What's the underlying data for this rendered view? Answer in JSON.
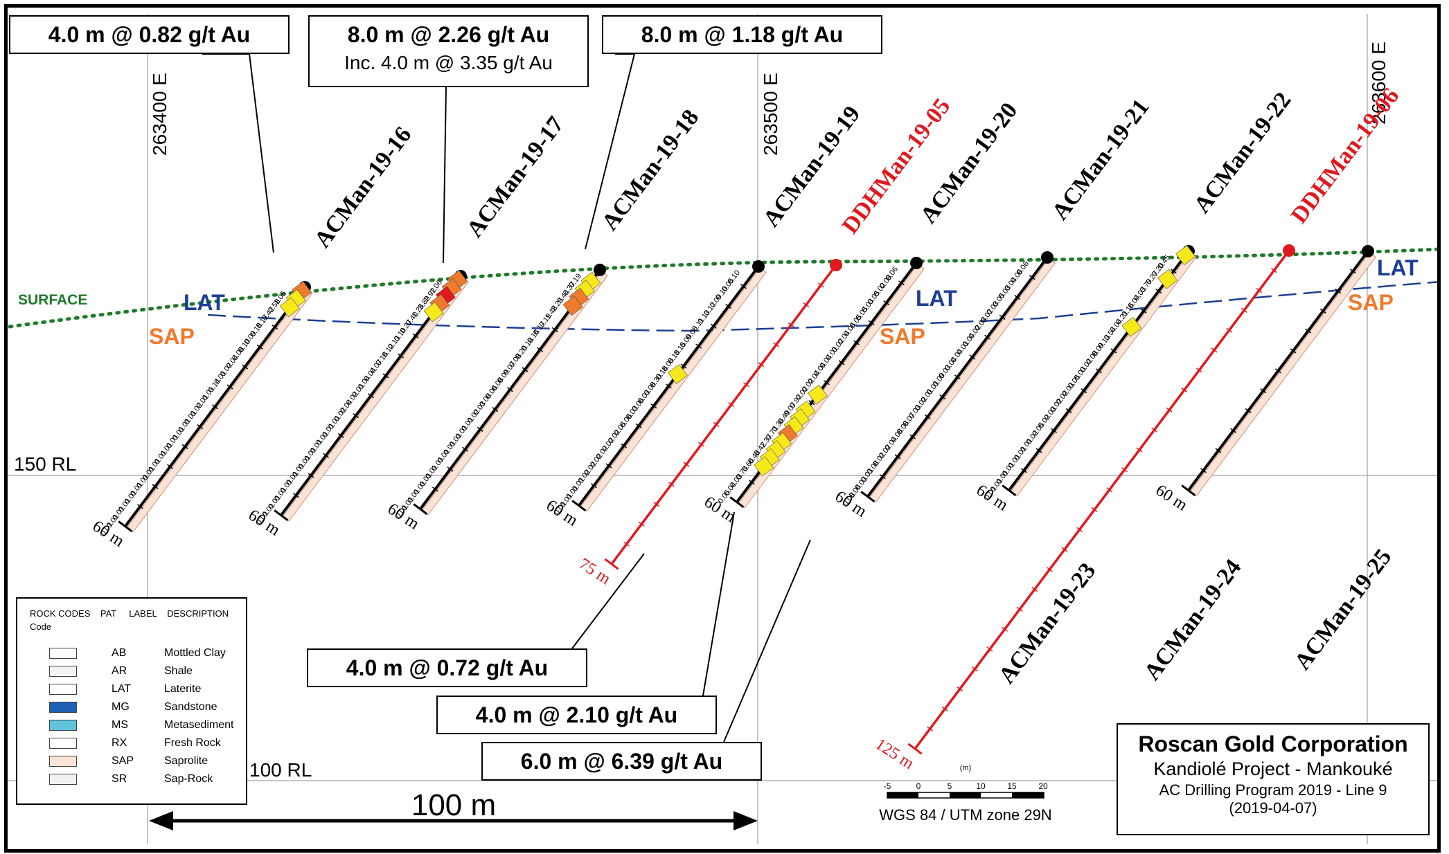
{
  "grid": {
    "eastings": [
      "263400 E",
      "263500 E",
      "263600 E"
    ],
    "elevations": [
      "150 RL",
      "100 RL"
    ]
  },
  "labels": {
    "surface": "SURFACE",
    "lat": "LAT",
    "sap": "SAP"
  },
  "scale_arrow": {
    "label": "100 m"
  },
  "scale_bar": {
    "unit": "(m)",
    "ticks": [
      "-5",
      "0",
      "5",
      "10",
      "15",
      "20"
    ],
    "datum": "WGS 84 / UTM zone 29N"
  },
  "title_block": {
    "company": "Roscan Gold Corporation",
    "project": "Kandiolé Project - Mankouké",
    "program": "AC Drilling Program 2019 - Line 9",
    "date": "(2019-04-07)"
  },
  "callouts": [
    {
      "text": "4.0 m @ 0.82 g/t Au"
    },
    {
      "text": "8.0 m @ 2.26 g/t Au",
      "sub": "Inc. 4.0 m @ 3.35 g/t Au"
    },
    {
      "text": "8.0 m @ 1.18 g/t Au"
    },
    {
      "text": "4.0 m @ 0.72 g/t Au"
    },
    {
      "text": "4.0 m @ 2.10 g/t Au"
    },
    {
      "text": "6.0 m @ 6.39 g/t Au"
    }
  ],
  "legend": {
    "header": [
      "ROCK CODES",
      "PAT",
      "LABEL",
      "DESCRIPTION"
    ],
    "header2": "Code",
    "rows": [
      {
        "code": "AB",
        "desc": "Mottled Clay",
        "color": "#ffffff"
      },
      {
        "code": "AR",
        "desc": "Shale",
        "color": "#f4f4f4"
      },
      {
        "code": "LAT",
        "desc": "Laterite",
        "color": "#ffffff"
      },
      {
        "code": "MG",
        "desc": "Sandstone",
        "color": "#1f5fb5"
      },
      {
        "code": "MS",
        "desc": "Metasediment",
        "color": "#5fc4dc"
      },
      {
        "code": "RX",
        "desc": "Fresh Rock",
        "color": "#ffffff"
      },
      {
        "code": "SAP",
        "desc": "Saprolite",
        "color": "#fbe3d6"
      },
      {
        "code": "SR",
        "desc": "Sap-Rock",
        "color": "#f2f2f2"
      }
    ]
  },
  "drillholes": [
    {
      "name": "ACMan-19-16",
      "depth": "60 m",
      "type": "AC",
      "assays": [
        "1.05",
        "0.58",
        "0.42",
        "0.17",
        "0.18",
        "0.09",
        "0.10",
        "0.08",
        "0.04",
        "0.02",
        "0.01",
        "0.14",
        "0.01",
        "0.01",
        "0.02",
        "0.01",
        "0.01",
        "0.01",
        "0.01",
        "0.01",
        "0.01",
        "0.01",
        "0.01",
        "0.01",
        "0.01",
        "0.01",
        "0.01",
        "0.01",
        "0.01",
        "0.01"
      ]
    },
    {
      "name": "ACMan-19-17",
      "depth": "60 m",
      "type": "AC",
      "assays": [
        "1.06",
        "2.92",
        "3.89",
        "1.26",
        "0.40",
        "0.27",
        "0.10",
        "0.13",
        "0.12",
        "0.16",
        "0.07",
        "0.04",
        "0.04",
        "0.01",
        "0.02",
        "0.04",
        "0.02",
        "0.01",
        "0.01",
        "0.01",
        "0.01",
        "0.01",
        "0.01",
        "0.01",
        "0.01",
        "0.01",
        "0.01",
        "0.01",
        "0.01",
        "0.01"
      ]
    },
    {
      "name": "ACMan-19-18",
      "depth": "60 m",
      "type": "AC",
      "assays": [
        "0.19",
        "0.37",
        "0.44",
        "2.28",
        "1.48",
        "0.19",
        "0.17",
        "0.16",
        "0.18",
        "0.20",
        "0.08",
        "0.07",
        "0.09",
        "0.08",
        "0.06",
        "0.08",
        "0.03",
        "0.02",
        "0.01",
        "0.01",
        "0.01",
        "0.01",
        "0.01",
        "0.01",
        "0.01",
        "0.01",
        "0.01",
        "0.01",
        "0.01",
        "0.01"
      ]
    },
    {
      "name": "ACMan-19-19",
      "depth": "60 m",
      "type": "AC",
      "assays": [
        "0.10",
        "0.05",
        "0.10",
        "0.09",
        "0.12",
        "0.13",
        "0.11",
        "0.08",
        "0.09",
        "0.15",
        "0.18",
        "0.08",
        "0.18",
        "0.30",
        "0.08",
        "0.03",
        "0.06",
        "0.03",
        "0.06",
        "0.05",
        "0.02",
        "0.02",
        "0.02",
        "0.02",
        "0.02",
        "0.02",
        "0.01",
        "0.01",
        "0.01",
        "0.01"
      ]
    },
    {
      "name": "DDHMan-19-05",
      "depth": "75 m",
      "type": "DDH",
      "assays": []
    },
    {
      "name": "ACMan-19-20",
      "depth": "60 m",
      "type": "AC",
      "assays": [
        "0.06",
        "0.08",
        "0.02",
        "0.05",
        "0.03",
        "0.05",
        "0.05",
        "0.06",
        "0.04",
        "0.02",
        "0.01",
        "0.04",
        "0.04",
        "0.04",
        "0.02",
        "0.02",
        "0.92",
        "0.07",
        "0.49",
        "0.36",
        "0.73",
        "1.37",
        "0.42",
        "0.48",
        "0.66",
        "0.78",
        "0.03",
        "0.04",
        "0.05"
      ]
    },
    {
      "name": "ACMan-19-21",
      "depth": "60 m",
      "type": "AC",
      "assays": [
        "0.06",
        "0.06",
        "0.04",
        "0.03",
        "0.05",
        "0.03",
        "0.02",
        "0.03",
        "0.02",
        "0.04",
        "0.01",
        "0.04",
        "0.04",
        "0.03",
        "0.09",
        "0.01",
        "0.01",
        "0.02",
        "0.03",
        "0.07",
        "0.08",
        "0.08",
        "0.04",
        "0.02",
        "0.02",
        "0.08",
        "0.03",
        "0.03",
        "0.06",
        "0.08"
      ]
    },
    {
      "name": "ACMan-19-22",
      "depth": "60 m",
      "type": "AC",
      "assays": [
        "0.45",
        "0.20",
        "0.27",
        "0.79",
        "0.03",
        "0.04",
        "0.16",
        "0.21",
        "0.04",
        "0.54",
        "0.13",
        "0.09",
        "0.08",
        "0.02",
        "0.03",
        "0.05",
        "0.03",
        "0.02",
        "0.02",
        "0.03",
        "0.02",
        "0.05",
        "0.02",
        "0.01",
        "0.01",
        "0.01",
        "0.01",
        "0.01",
        "0.01",
        "0.01"
      ]
    },
    {
      "name": "ACMan-19-23",
      "depth": "60 m",
      "type": "AC",
      "assays": []
    },
    {
      "name": "DDHMan-19-06",
      "depth": "125 m",
      "type": "DDH",
      "assays": []
    },
    {
      "name": "ACMan-19-24",
      "depth": "60 m",
      "type": "AC",
      "assays": []
    },
    {
      "name": "ACMan-19-25",
      "depth": "60 m",
      "type": "AC",
      "assays": []
    }
  ]
}
